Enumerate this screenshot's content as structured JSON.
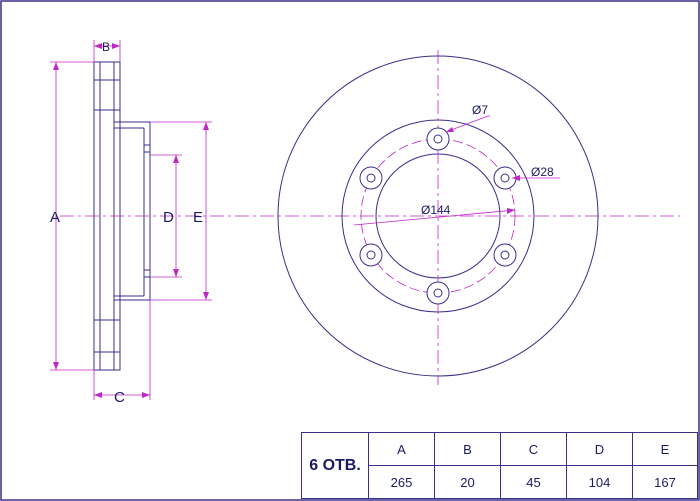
{
  "labels": {
    "A": "A",
    "B": "B",
    "C": "C",
    "D": "D",
    "E": "E",
    "bolt_hole": "Ø7",
    "center_bore": "Ø28",
    "pcd": "Ø144"
  },
  "table": {
    "holes_label": "6 ОТВ.",
    "headers": [
      "A",
      "B",
      "C",
      "D",
      "E"
    ],
    "values": [
      "265",
      "20",
      "45",
      "104",
      "167"
    ]
  },
  "colors": {
    "line": "#3a2f8a",
    "dim": "#c026c8",
    "text": "#1a1a66",
    "frame": "#3a2f8a"
  }
}
